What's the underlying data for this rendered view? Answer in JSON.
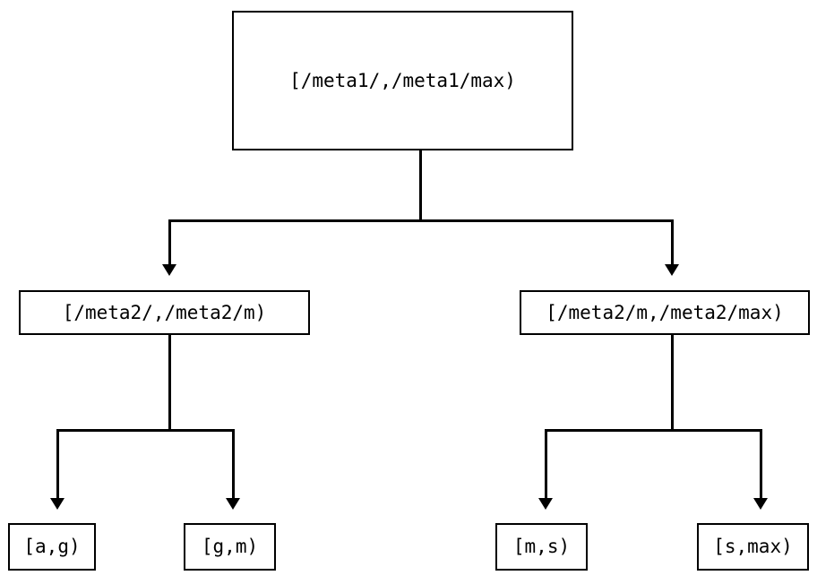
{
  "diagram": {
    "type": "tree",
    "title": "",
    "background_color": "#ffffff",
    "stroke_color": "#000000",
    "text_color": "#000000",
    "nodes": {
      "root": {
        "label": "[/meta1/,/meta1/max)"
      },
      "mid_left": {
        "label": "[/meta2/,/meta2/m)"
      },
      "mid_right": {
        "label": "[/meta2/m,/meta2/max)"
      },
      "leaf_1": {
        "label": "[a,g)"
      },
      "leaf_2": {
        "label": "[g,m)"
      },
      "leaf_3": {
        "label": "[m,s)"
      },
      "leaf_4": {
        "label": "[s,max)"
      }
    },
    "edges": [
      {
        "from": "root",
        "to": "mid_left"
      },
      {
        "from": "root",
        "to": "mid_right"
      },
      {
        "from": "mid_left",
        "to": "leaf_1"
      },
      {
        "from": "mid_left",
        "to": "leaf_2"
      },
      {
        "from": "mid_right",
        "to": "leaf_3"
      },
      {
        "from": "mid_right",
        "to": "leaf_4"
      }
    ]
  }
}
